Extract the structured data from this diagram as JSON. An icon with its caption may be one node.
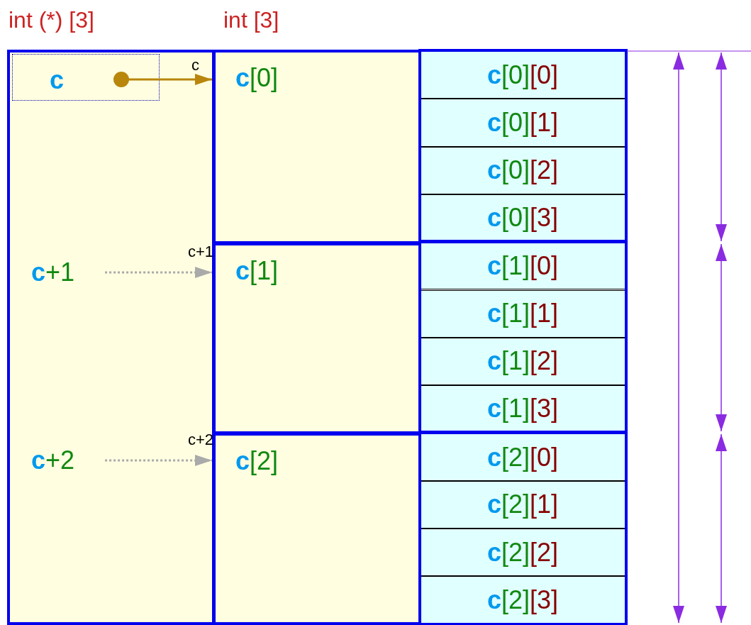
{
  "diagram": {
    "nodes": [
      {
        "text": [],
        "shape": "box"
      },
      {
        "text": [
          "c"
        ],
        "in": 0
      },
      {
        "text": [
          "c+1"
        ],
        "in": 0
      },
      {
        "text": [
          "c+2"
        ],
        "in": 0
      },
      {
        "text": [
          "c[0]"
        ]
      },
      {
        "text": [
          "c[1]"
        ]
      },
      {
        "text": [
          "c[2]"
        ]
      },
      {
        "text": [
          "c[0][0]"
        ]
      },
      {
        "text": [
          "c[0][1]"
        ]
      },
      {
        "text": [
          "c[0][2]"
        ]
      },
      {
        "text": [
          "c[0][3]"
        ]
      },
      {
        "text": [
          "c[1][0]"
        ]
      },
      {
        "text": [
          "c[1][1]"
        ]
      },
      {
        "text": [
          "c[1][2]"
        ]
      },
      {
        "text": [
          "c[1][3]"
        ]
      },
      {
        "text": [
          "c[2][0]"
        ]
      },
      {
        "text": [
          "c[2][1]"
        ]
      },
      {
        "text": [
          "c[2][2]"
        ]
      },
      {
        "text": [
          "c[2][3]"
        ]
      }
    ],
    "edges": [
      {
        "from": 1,
        "to": 4,
        "arrow": "to",
        "label": "c",
        "color": "#b8860b"
      },
      {
        "from": 2,
        "to": 5,
        "arrow": "to",
        "label": "c+1",
        "style": "dashed",
        "color": "#aaaaaa"
      },
      {
        "from": 3,
        "to": 6,
        "arrow": "to",
        "label": "c+2",
        "style": "dashed",
        "color": "#aaaaaa"
      }
    ],
    "labels": [
      "int (*) [3]",
      "int [3]"
    ]
  }
}
